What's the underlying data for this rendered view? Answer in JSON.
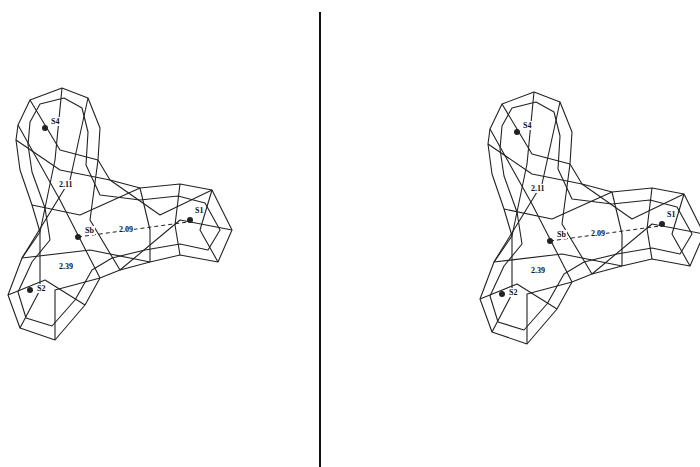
{
  "diagram": {
    "labels": [
      "S4",
      "2.11",
      "Sb",
      "2.09",
      "S1",
      "2.39",
      "S2",
      "S4",
      "2.11",
      "Sb",
      "2.09",
      "S1",
      "2.39",
      "S2"
    ]
  }
}
